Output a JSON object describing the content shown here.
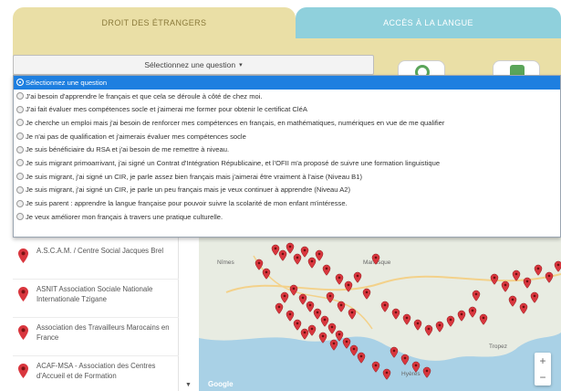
{
  "tabs": {
    "left": "DROIT DES ÉTRANGERS",
    "right": "ACCÈS À LA LANGUE"
  },
  "select": {
    "value": "Sélectionnez une question",
    "caret": "▾"
  },
  "options": [
    "Sélectionnez une question",
    "J'ai besoin d'apprendre le français et que cela se déroule à côté de chez moi.",
    "J'ai fait évaluer mes compétences socle et j'aimerai me former pour obtenir le certificat CléA",
    "Je cherche un emploi mais j'ai besoin de renforcer mes compétences en français, en mathématiques, numériques en vue de me qualifier",
    "Je n'ai pas de qualification et j'aimerais évaluer mes compétences socle",
    "Je suis bénéficiaire du RSA et j'ai besoin de me remettre à niveau.",
    "Je suis migrant primoarrivant, j'ai signé un Contrat d'Intégration Républicaine, et l'OFII m'a proposé de suivre une formation linguistique",
    "Je suis migrant, j'ai signé un CIR, je parle assez bien français mais j'aimerai être vraiment à l'aise (Niveau B1)",
    "Je suis migrant, j'ai signé un CIR, je parle un peu français mais je veux continuer à apprendre (Niveau A2)",
    "Je suis parent : apprendre la langue française pour pouvoir suivre la scolarité de mon enfant m'intéresse.",
    "Je veux améliorer mon français à travers une pratique culturelle."
  ],
  "list": [
    "A.S.C.A.M. / Centre Social Jacques Brel",
    "ASNIT Association Sociale Nationale Internationale Tzigane",
    "Association des Travailleurs Marocains en France",
    "ACAF-MSA - Association des Centres d'Accueil et de Formation"
  ],
  "map": {
    "labels": [
      "Nîmes",
      "Manosque",
      "Hyères",
      "Tropez"
    ],
    "zoom_in": "+",
    "zoom_out": "−",
    "brand": "Google"
  },
  "colors": {
    "tab_left": "#eadfa6",
    "tab_right": "#8fd0dc",
    "selected_option": "#1e7fe0",
    "pin": "#d9363e"
  }
}
